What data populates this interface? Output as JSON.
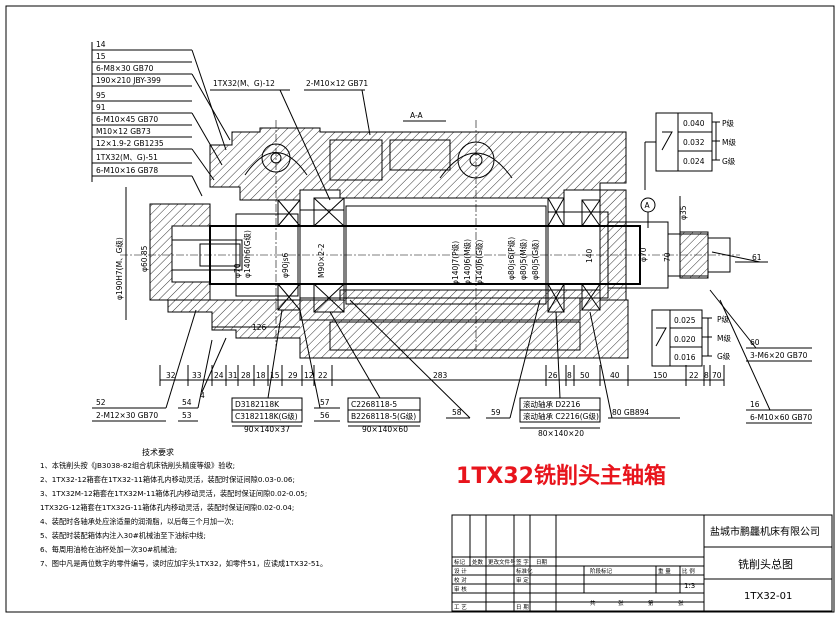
{
  "title_overlay": "1TX32铣削头主轴箱",
  "section_label": "A-A",
  "balloon": "A",
  "callouts_left": [
    "14",
    "15",
    "6-M8×30 GB70",
    "190×210 JBY-399",
    "95",
    "91",
    "6-M10×45 GB70",
    "M10×12 GB73",
    "12×1.9-2 GB1235",
    "1TX32(M、G)-51",
    "6-M10×16 GB78"
  ],
  "callouts_top": [
    "1TX32(M、G)-12",
    "2-M10×12 GB71"
  ],
  "tolerance_top": {
    "values": [
      "0.040",
      "0.032",
      "0.024"
    ],
    "grades": [
      "P级",
      "M级",
      "G级"
    ]
  },
  "tolerance_right": {
    "values": [
      "0.025",
      "0.020",
      "0.016"
    ],
    "grades": [
      "P级",
      "M级",
      "G级"
    ]
  },
  "callouts_right": [
    "φ35",
    "61",
    "60",
    "3-M6×20 GB70",
    "16",
    "6-M10×60 GB70"
  ],
  "dim_vertical_left": [
    "φ190H7(M、G级)",
    "φ60.85",
    "φ70",
    "φ140h6(G级)"
  ],
  "dim_spindle": [
    "φ90js6",
    "M90×2-2",
    "φ140J7(P级)",
    "φ140J6(M级)",
    "φ140J6(G级)",
    "φ80js6(P级)",
    "φ80j5(M级)",
    "φ80j5(G级)",
    "140",
    "φ70",
    "70"
  ],
  "dim_bottom": [
    "32",
    "33",
    "24",
    "31",
    "28",
    "18",
    "15",
    "29",
    "12",
    "22",
    "283",
    "26",
    "8",
    "50",
    "40",
    "150",
    "22",
    "8",
    "70"
  ],
  "dim_126": "126",
  "callouts_bottom": [
    "52",
    "2-M12×30 GB70",
    "54",
    "53",
    "4",
    "D3182118K",
    "C3182118K(G级)",
    "57",
    "56",
    "C2268118-5",
    "B2268118-5(G级)",
    "58",
    "59",
    "滚动轴承 D2216",
    "滚动轴承 C2216(G级)",
    "80 GB894"
  ],
  "bearing_dims_1": "90×140×37",
  "bearing_dims_2": "90×140×60",
  "bearing_dims_3": "80×140×20",
  "req_title": "技术要求",
  "requirements": [
    "1、本铣削头按《JB3038-82组合机床铣削头精度等级》验收;",
    "2、1TX32-12箱套在1TX32-11箱体孔内移动灵活，装配时保证间隙0.03-0.06;",
    "3、1TX32M-12箱套在1TX32M-11箱体孔内移动灵活，装配时保证间隙0.02-0.05;",
    "   1TX32G-12箱套在1TX32G-11箱体孔内移动灵活，装配时保证间隙0.02-0.04;",
    "4、装配时各轴承处应涂适量的润滑脂，以后每三个月加一次;",
    "5、装配时装配箱体内注入30#机械油至下油标中线;",
    "6、每周用油枪在油杯处加一次30#机械油;",
    "7、图中凡是两位数字的零件编号，读时应加字头1TX32，如零件51，应读成1TX32-51。"
  ],
  "titleblock": {
    "company": "盐城市鹏龘机床有限公司",
    "drawing_name": "铣削头总图",
    "drawing_no": "1TX32-01",
    "scale": "1:3",
    "row_labels": [
      "标记",
      "处数",
      "更改文件号",
      "签 字",
      "日期"
    ],
    "sign_labels": [
      "设 计",
      "标准化",
      "校 对",
      "审 定",
      "审 核",
      "",
      "工 艺",
      "日 期"
    ],
    "stage_labels": [
      "阶段标记",
      "重 量",
      "比 例"
    ],
    "sheet_labels": [
      "共",
      "张",
      "第",
      "张"
    ]
  }
}
